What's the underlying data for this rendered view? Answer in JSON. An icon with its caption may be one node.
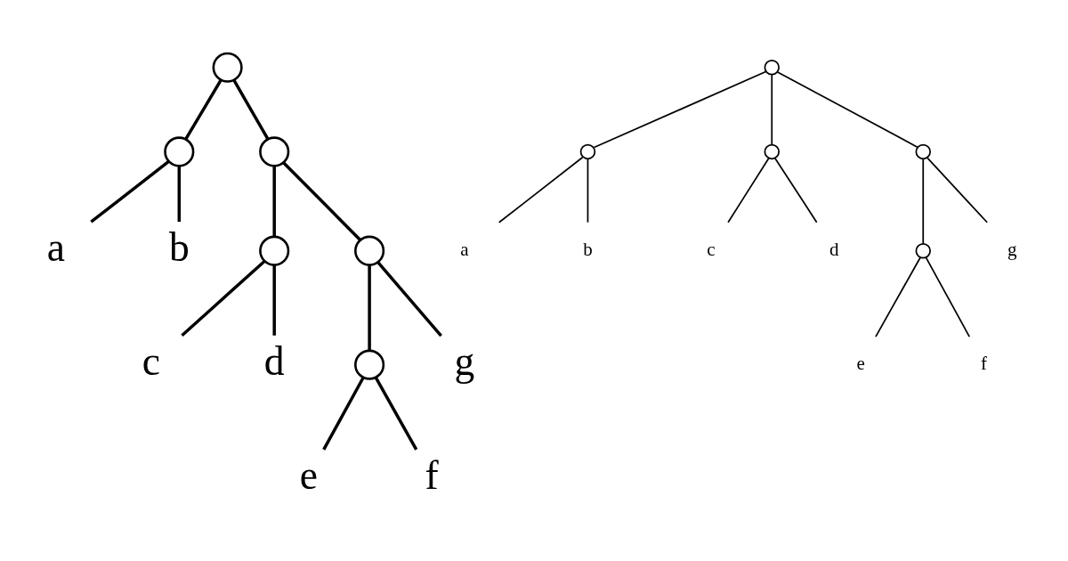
{
  "diagram": {
    "nodes": [
      {
        "text": [],
        "shape": "circle"
      },
      {
        "text": [],
        "shape": "circle"
      },
      {
        "text": [],
        "shape": "circle"
      },
      {
        "text": [],
        "shape": "circle"
      },
      {
        "text": [],
        "shape": "circle"
      },
      {
        "text": [],
        "shape": "circle"
      },
      {
        "text": [
          "a"
        ]
      },
      {
        "text": [
          "b"
        ]
      },
      {
        "text": [
          "c"
        ]
      },
      {
        "text": [
          "d"
        ]
      },
      {
        "text": [
          "e"
        ]
      },
      {
        "text": [
          "f"
        ]
      },
      {
        "text": [
          "g"
        ]
      },
      {
        "text": [],
        "shape": "circle"
      },
      {
        "text": [],
        "shape": "circle"
      },
      {
        "text": [],
        "shape": "circle"
      },
      {
        "text": [],
        "shape": "circle"
      },
      {
        "text": [],
        "shape": "circle"
      },
      {
        "text": [
          "a"
        ]
      },
      {
        "text": [
          "b"
        ]
      },
      {
        "text": [
          "c"
        ]
      },
      {
        "text": [
          "d"
        ]
      },
      {
        "text": [
          "g"
        ]
      },
      {
        "text": [
          "e"
        ]
      },
      {
        "text": [
          "f"
        ]
      }
    ],
    "edges": [
      {
        "from": 0,
        "to": 1,
        "arrow": "none"
      },
      {
        "from": 0,
        "to": 2,
        "arrow": "none"
      },
      {
        "from": 1,
        "to": 6,
        "arrow": "none"
      },
      {
        "from": 1,
        "to": 7,
        "arrow": "none"
      },
      {
        "from": 2,
        "to": 3,
        "arrow": "none"
      },
      {
        "from": 2,
        "to": 4,
        "arrow": "none"
      },
      {
        "from": 3,
        "to": 8,
        "arrow": "none"
      },
      {
        "from": 3,
        "to": 9,
        "arrow": "none"
      },
      {
        "from": 4,
        "to": 5,
        "arrow": "none"
      },
      {
        "from": 4,
        "to": 12,
        "arrow": "none"
      },
      {
        "from": 5,
        "to": 10,
        "arrow": "none"
      },
      {
        "from": 5,
        "to": 11,
        "arrow": "none"
      },
      {
        "from": 13,
        "to": 14,
        "arrow": "none"
      },
      {
        "from": 13,
        "to": 15,
        "arrow": "none"
      },
      {
        "from": 13,
        "to": 16,
        "arrow": "none"
      },
      {
        "from": 14,
        "to": 18,
        "arrow": "none"
      },
      {
        "from": 14,
        "to": 19,
        "arrow": "none"
      },
      {
        "from": 15,
        "to": 20,
        "arrow": "none"
      },
      {
        "from": 15,
        "to": 21,
        "arrow": "none"
      },
      {
        "from": 16,
        "to": 22,
        "arrow": "none"
      },
      {
        "from": 16,
        "to": 17,
        "arrow": "none"
      },
      {
        "from": 17,
        "to": 23,
        "arrow": "none"
      },
      {
        "from": 17,
        "to": 24,
        "arrow": "none"
      }
    ]
  }
}
